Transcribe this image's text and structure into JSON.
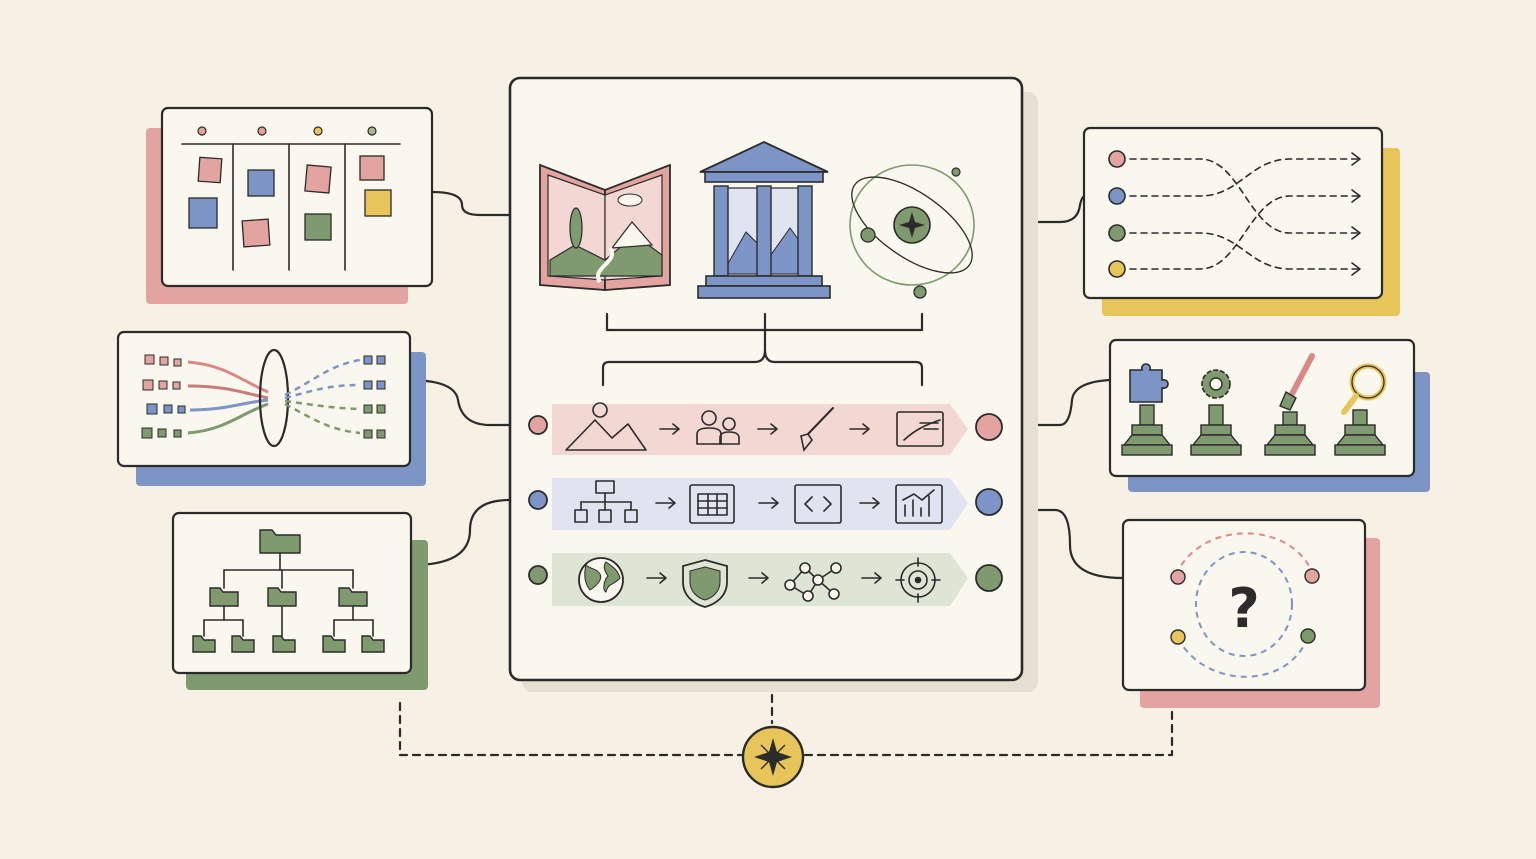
{
  "colors": {
    "background": "#f6f1e4",
    "ink": "#2b2b2b",
    "paper": "#faf7ee",
    "red": "#e3a3a0",
    "red_strong": "#d98a86",
    "blue": "#7d95c6",
    "blue_light": "#dfe4f0",
    "green": "#7e9a6e",
    "green_light": "#dfe5d4",
    "yellow": "#e8c55a",
    "red_light": "#f3d7d3"
  },
  "center_panel": {
    "top_icons": [
      "open-book-landscape-icon",
      "classical-temple-icon",
      "orbit-atom-icon"
    ],
    "pipelines": [
      {
        "color": "red",
        "steps": [
          "landscape-image-icon",
          "people-icon",
          "paintbrush-icon",
          "slide-chart-icon"
        ]
      },
      {
        "color": "blue",
        "steps": [
          "hierarchy-chart-icon",
          "table-grid-icon",
          "code-brackets-icon",
          "bar-chart-icon"
        ]
      },
      {
        "color": "green",
        "steps": [
          "globe-icon",
          "shield-icon",
          "network-nodes-icon",
          "target-crosshair-icon"
        ]
      }
    ]
  },
  "side_cards": {
    "left": [
      "kanban-board-card",
      "data-funnel-card",
      "folder-tree-card"
    ],
    "right": [
      "crossing-paths-card",
      "tools-on-pedestals-card",
      "mystery-question-card"
    ]
  },
  "question_glyph": "?",
  "hub_icon": "star-compass-icon"
}
